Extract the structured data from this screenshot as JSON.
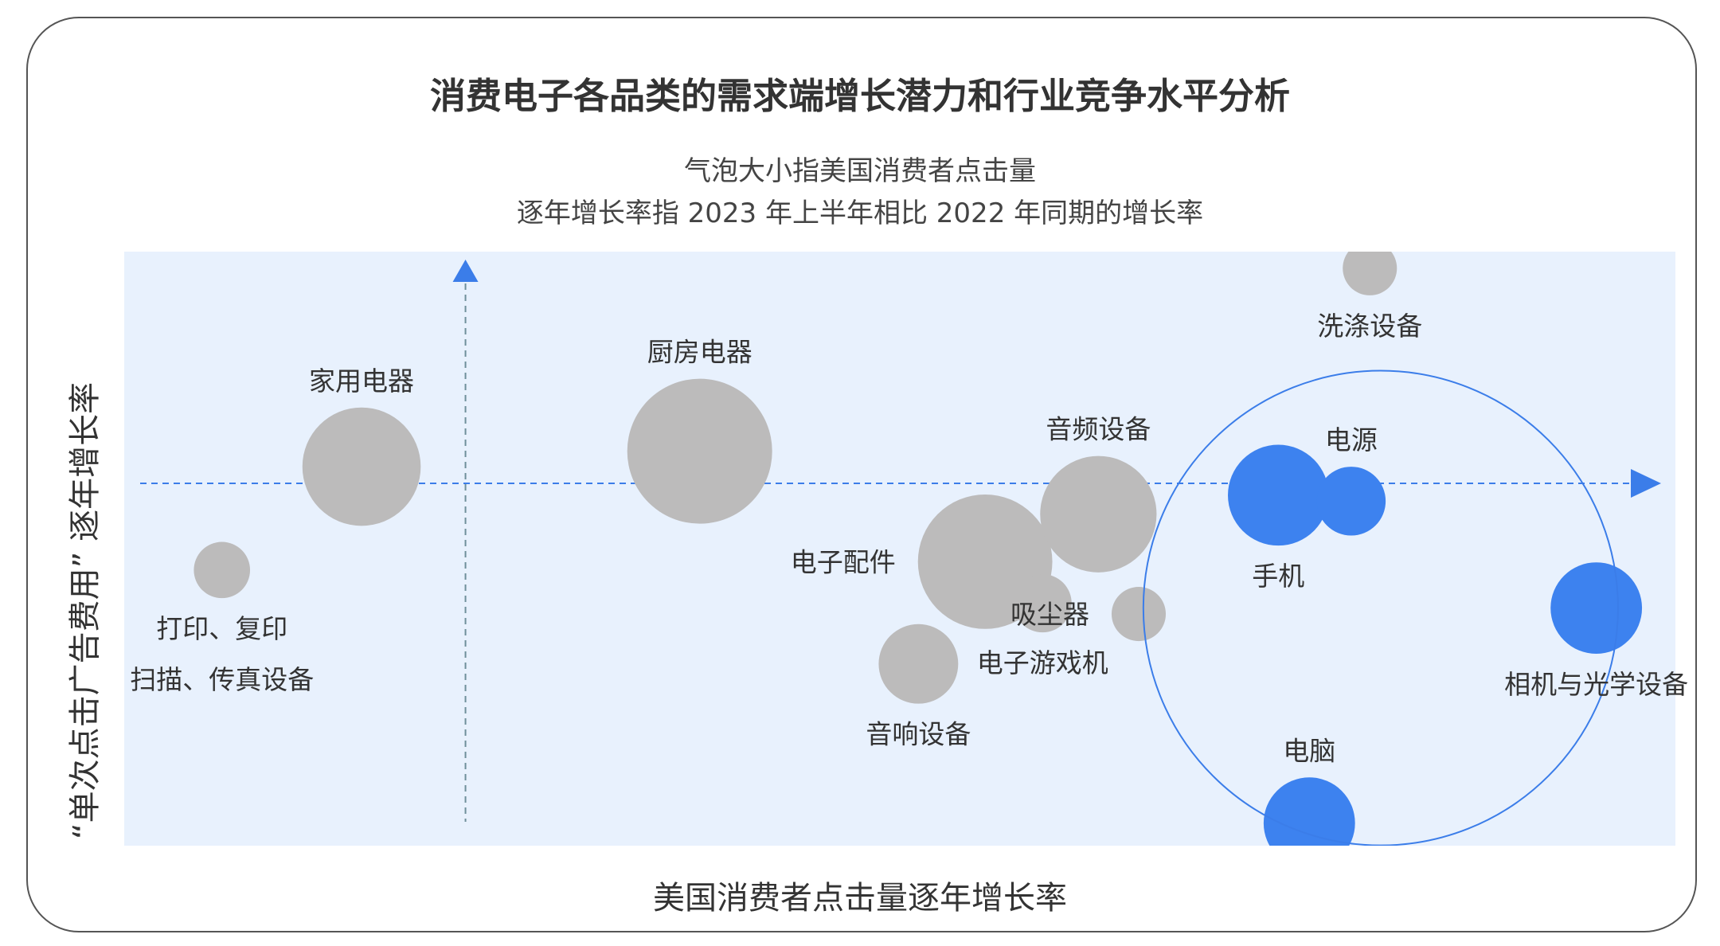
{
  "chart_data": {
    "type": "bubble-scatter",
    "title": "消费电子各品类的需求端增长潜力和行业竞争水平分析",
    "subtitle_lines": [
      "气泡大小指美国消费者点击量",
      "逐年增长率指 2023 年上半年相比 2022 年同期的增长率"
    ],
    "xlabel": "美国消费者点击量逐年增长率",
    "ylabel": "“单次点击广告费用” 逐年增长率",
    "x_ticks_shown": false,
    "y_ticks_shown": false,
    "grid": false,
    "legend": "none",
    "xlim": [
      0,
      100
    ],
    "ylim": [
      0,
      100
    ],
    "reference_lines": {
      "x": 22,
      "y": 61
    },
    "highlight_region": {
      "cx": 81,
      "cy": 40,
      "r": 15.3,
      "color": "#3b7de9"
    },
    "colors": {
      "highlight": "#3d82ef",
      "normal": "#bcbbbb",
      "plot_background": "#e8f1fd",
      "reference_line": "#3b7de9"
    },
    "points": [
      {
        "label": "打印、复印\n扫描、传真设备",
        "x": 6.3,
        "y": 46.4,
        "size": 14,
        "highlight": false,
        "label_pos": "below"
      },
      {
        "label": "家用电器",
        "x": 15.3,
        "y": 63.8,
        "size": 62,
        "highlight": false,
        "label_pos": "above"
      },
      {
        "label": "厨房电器",
        "x": 37.1,
        "y": 66.4,
        "size": 93,
        "highlight": false,
        "label_pos": "above"
      },
      {
        "label": "电子配件",
        "x": 55.5,
        "y": 47.8,
        "size": 80,
        "highlight": false,
        "label_pos": "left"
      },
      {
        "label": "音频设备",
        "x": 62.8,
        "y": 55.8,
        "size": 60,
        "highlight": false,
        "label_pos": "above"
      },
      {
        "label": "吸尘器",
        "x": 65.4,
        "y": 39.0,
        "size": 13,
        "highlight": false,
        "label_pos": "left"
      },
      {
        "label": "电子游戏机",
        "x": 59.2,
        "y": 40.8,
        "size": 15,
        "highlight": false,
        "label_pos": "below"
      },
      {
        "label": "音响设备",
        "x": 51.2,
        "y": 30.6,
        "size": 28,
        "highlight": false,
        "label_pos": "below"
      },
      {
        "label": "洗涤设备",
        "x": 80.3,
        "y": 97.2,
        "size": 13,
        "highlight": false,
        "label_pos": "below"
      },
      {
        "label": "手机",
        "x": 74.4,
        "y": 59.0,
        "size": 45,
        "highlight": true,
        "label_pos": "below"
      },
      {
        "label": "电源",
        "x": 79.1,
        "y": 58.0,
        "size": 21,
        "highlight": true,
        "label_pos": "above"
      },
      {
        "label": "相机与光学设备",
        "x": 94.9,
        "y": 40.0,
        "size": 37,
        "highlight": true,
        "label_pos": "below"
      },
      {
        "label": "电脑",
        "x": 76.4,
        "y": 3.8,
        "size": 37,
        "highlight": true,
        "label_pos": "above"
      }
    ]
  }
}
